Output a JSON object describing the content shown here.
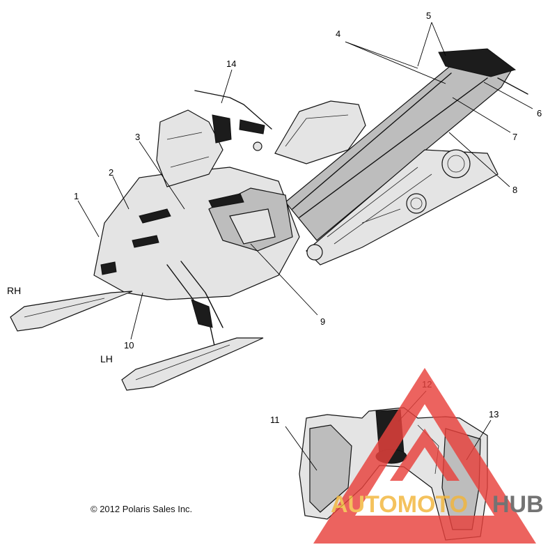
{
  "callouts": {
    "c1": "1",
    "c2": "2",
    "c3": "3",
    "c4": "4",
    "c5": "5",
    "c6": "6",
    "c7": "7",
    "c8": "8",
    "c9": "9",
    "c10": "10",
    "c11": "11",
    "c12": "12",
    "c13": "13",
    "c14": "14"
  },
  "side_labels": {
    "rh": "RH",
    "lh": "LH"
  },
  "copyright": "© 2012 Polaris Sales Inc.",
  "watermark": {
    "word_a": "AUTOMOTO",
    "word_b": "HUB",
    "color_a": "#f2b53a",
    "color_b": "#555555",
    "triangle_color": "#e8413c"
  }
}
